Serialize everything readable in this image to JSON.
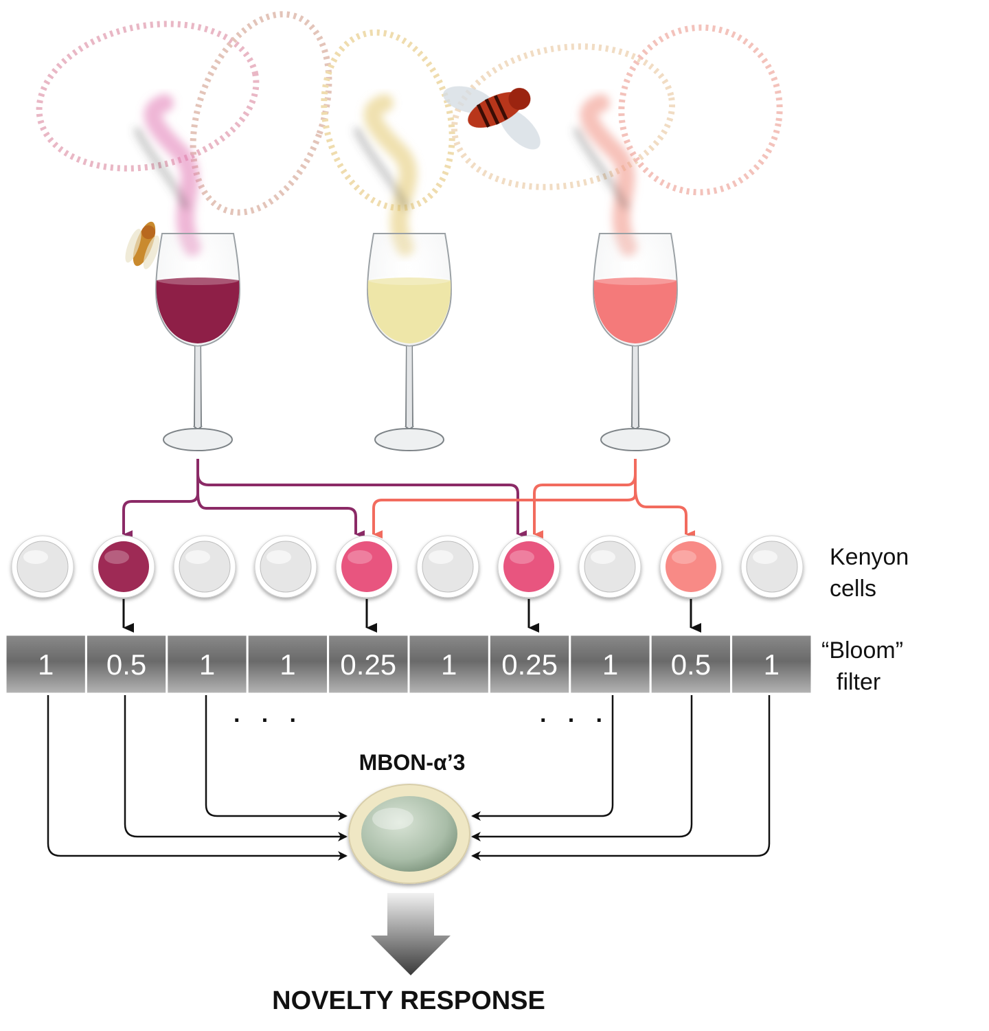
{
  "labels": {
    "kenyon_line1": "Kenyon",
    "kenyon_line2": "cells",
    "bloom_line1": "“Bloom”",
    "bloom_line2": "filter",
    "mbon": "MBON-α’3",
    "novelty": "NOVELTY RESPONSE",
    "ellipsis_left": "· · ·",
    "ellipsis_right": "· · ·"
  },
  "wines": [
    {
      "name": "red-wine",
      "color": "#8e1f47",
      "smoke": "#e17ab4"
    },
    {
      "name": "white-wine",
      "color": "#eee6a8",
      "smoke": "#e6cd7a"
    },
    {
      "name": "rose-wine",
      "color": "#f47a7a",
      "smoke": "#f29a8c"
    }
  ],
  "kenyon_cells": [
    {
      "active": false,
      "color": "#e6e6e6"
    },
    {
      "active": true,
      "color": "#9e2a55"
    },
    {
      "active": false,
      "color": "#e6e6e6"
    },
    {
      "active": false,
      "color": "#e6e6e6"
    },
    {
      "active": true,
      "color": "#e8557f"
    },
    {
      "active": false,
      "color": "#e6e6e6"
    },
    {
      "active": true,
      "color": "#e8557f"
    },
    {
      "active": false,
      "color": "#e6e6e6"
    },
    {
      "active": true,
      "color": "#f88a86"
    },
    {
      "active": false,
      "color": "#e6e6e6"
    }
  ],
  "filter_values": [
    "1",
    "0.5",
    "1",
    "1",
    "0.25",
    "1",
    "0.25",
    "1",
    "0.5",
    "1"
  ],
  "colors": {
    "red_path": "#8b2a66",
    "rose_path": "#f26b5e",
    "black_path": "#111111",
    "mbon_fill": "#b9cbb8",
    "mbon_ring": "#efe7c4"
  }
}
